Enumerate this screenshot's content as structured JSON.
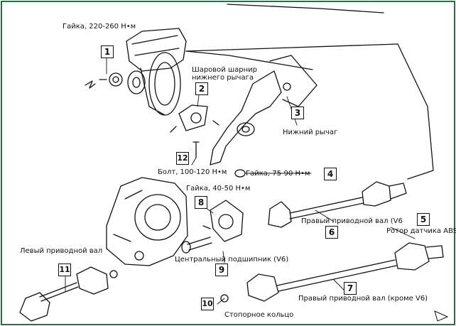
{
  "labels": {
    "nut_caliper": "Гайка, 220-260 Н•м",
    "ball_joint": "Шаровой шарнир\nнижнего рычага",
    "lower_arm": "Нижний рычаг",
    "bolt": "Болт, 100-120 Н•м",
    "nut_arm": "Гайка, 75-90 Н•м",
    "nut_bearing": "Гайка, 40-50 Н•м",
    "right_shaft_v6": "Правый приводной вал (V6",
    "abs_rotor": "Ротор датчика ABS",
    "center_bearing": "Центральный подшипник (V6)",
    "left_shaft": "Левый приводной вал",
    "right_shaft_non_v6": "Правый приводной вал (кроме V6)",
    "snap_ring": "Стопорное кольцо"
  },
  "callouts": {
    "n1": "1",
    "n2": "2",
    "n3": "3",
    "n4": "4",
    "n5": "5",
    "n6": "6",
    "n7": "7",
    "n8": "8",
    "n9": "9",
    "n10": "10",
    "n11": "11",
    "n12": "12"
  },
  "colors": {
    "frame": "#2a6e45",
    "ink": "#111111"
  }
}
